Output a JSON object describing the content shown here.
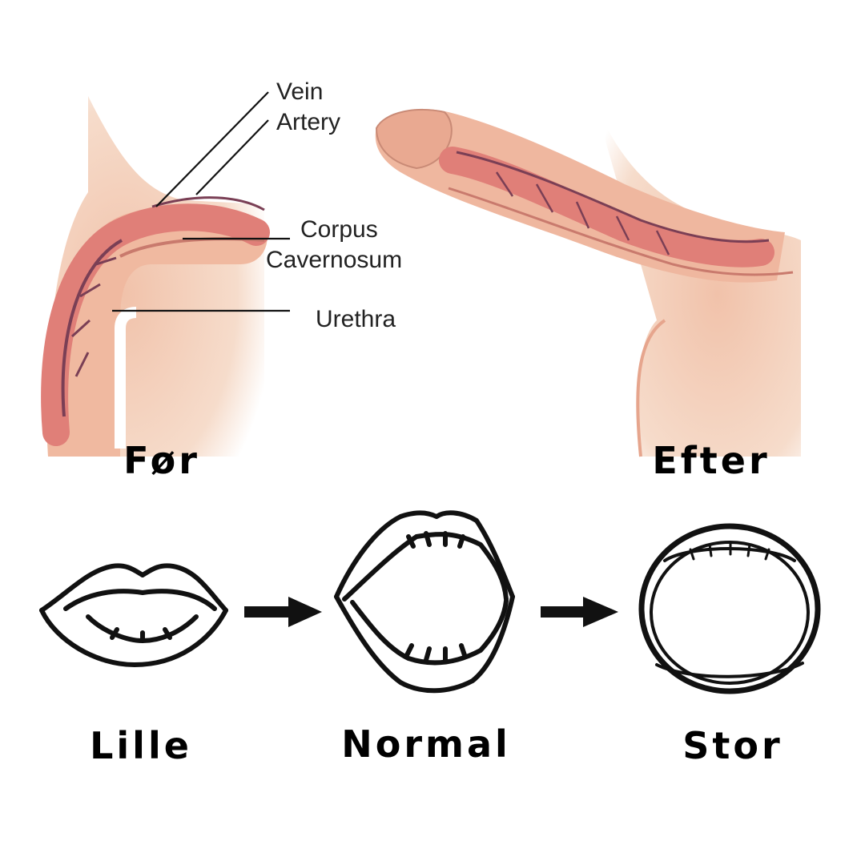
{
  "annotations": {
    "vein": "Vein",
    "artery": "Artery",
    "corpus_1": "Corpus",
    "corpus_2": "Cavernosum",
    "urethra": "Urethra"
  },
  "captions": {
    "before": "Før",
    "after": "Efter",
    "small": "Lille",
    "normal": "Normal",
    "large": "Stor"
  },
  "colors": {
    "skin": "#f3cdb6",
    "skin_dark": "#e6a58d",
    "tissue": "#e98f84",
    "vessel": "#7a3f55",
    "line": "#111111"
  }
}
